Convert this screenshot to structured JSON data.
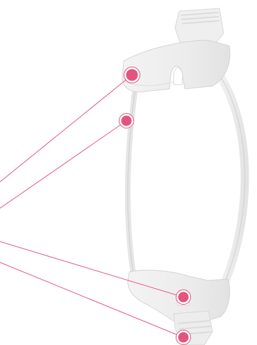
{
  "image": {
    "subject": "retractor-device",
    "background_color": "#ffffff",
    "device_color": "#eeeeee",
    "device_edge_color": "#d6d6d6",
    "callout_color": "#e3557f",
    "callout_ring_color": "#ffffff"
  },
  "callouts": [
    {
      "id": "callout-1",
      "target": "upper-blade-left"
    },
    {
      "id": "callout-2",
      "target": "upper-frame-arm"
    },
    {
      "id": "callout-3",
      "target": "lower-blade-notch"
    },
    {
      "id": "callout-4",
      "target": "lower-handle"
    }
  ]
}
